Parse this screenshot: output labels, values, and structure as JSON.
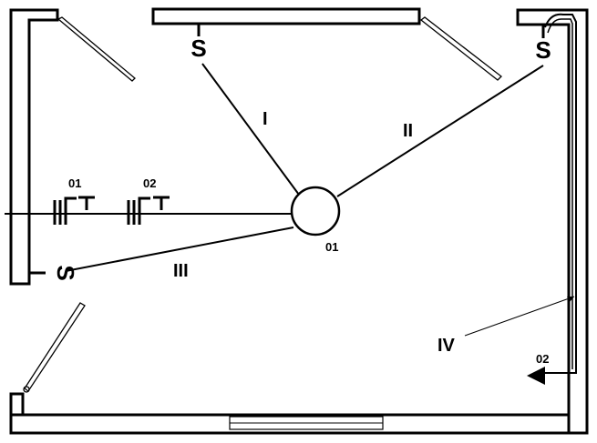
{
  "labels": {
    "line_1": "I",
    "line_2": "II",
    "line_3": "III",
    "line_4": "IV",
    "switch_1": "01",
    "switch_2": "02",
    "junction_box": "01",
    "exit_arrow": "02",
    "socket_top_left": "S",
    "socket_top_right": "S",
    "socket_left": "S"
  }
}
